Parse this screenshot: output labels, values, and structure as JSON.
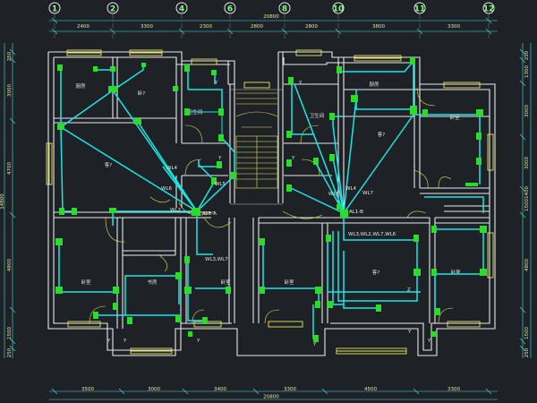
{
  "drawing": {
    "background": "#1e2227",
    "wire_color": "#19e6e6",
    "device_color": "#2bdc2b",
    "wall_color": "#e8e8e8",
    "window_color": "#e6e65a"
  },
  "axes": {
    "top": [
      "1",
      "2",
      "4",
      "6",
      "8",
      "10",
      "11",
      "12"
    ]
  },
  "dimensions": {
    "top_segments": [
      "2400",
      "3300",
      "2300",
      "2800",
      "2800",
      "3800",
      "3300"
    ],
    "top_total": "20800",
    "bottom_segments": [
      "3500",
      "3000",
      "3400",
      "3300",
      "4500",
      "3300"
    ],
    "bottom_total": "20800",
    "left_segments": [
      "250",
      "3000",
      "4700",
      "4800",
      "1500",
      "250"
    ],
    "left_total": "14800",
    "right_segments": [
      "250",
      "1300",
      "3000",
      "3000",
      "1400",
      "1500",
      "4800",
      "1500",
      "250"
    ]
  },
  "rooms": {
    "kitchen_left": "厨房",
    "bedroom_left_upper": "卧?",
    "toilet_left": "卫生间",
    "living_left": "客?",
    "bedroom_left_lower": "卧室",
    "study_left": "书房",
    "bedroom_mid_left": "卧室",
    "bedroom_mid_right": "卧室",
    "kitchen_right": "厨房",
    "toilet_right": "卫生间",
    "living_right": "客?",
    "bedroom_right_upper": "卧室",
    "living_right_lower": "客?",
    "bedroom_right_lower": "卧室"
  },
  "circuits": {
    "panel_left": "AL1-A",
    "panel_right": "AL1-B",
    "wl2": "WL2",
    "wl4_left": "WL4",
    "wl5_left": "WL5",
    "wl6_left": "WL6",
    "wl3_wl7": "WL3,WL7",
    "wl5_right": "WL5",
    "wl4_right": "WL4",
    "wl7_right": "WL7",
    "bundle_right": "WL3,WL2,WL7,WL6",
    "y_marks": [
      "Y",
      "Y",
      "Y",
      "Y",
      "Y",
      "Y",
      "Y",
      "Y",
      "Y",
      "Y"
    ],
    "z_mark": "Z"
  }
}
